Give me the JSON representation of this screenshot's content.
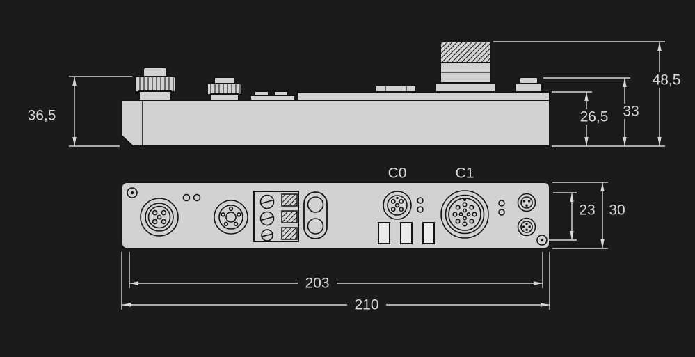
{
  "labels": {
    "connector_c0": "C0",
    "connector_c1": "C1"
  },
  "dimensions": {
    "side_view": {
      "left_height": "36,5",
      "body_height": "26,5",
      "connector_height": "33",
      "total_height": "48,5"
    },
    "front_view": {
      "hole_offset": "23",
      "height": "30",
      "hole_spacing": "203",
      "width": "210"
    }
  },
  "colors": {
    "background": "#1b1b1b",
    "device_fill": "#d2d2d2",
    "outline": "#141414",
    "dimension_lines": "#d9d9d9",
    "led_window_fill": "#ebebeb"
  }
}
